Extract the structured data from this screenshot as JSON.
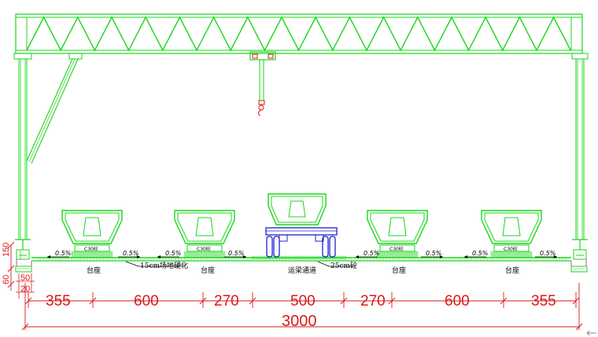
{
  "colors": {
    "structure": "#19d719",
    "dimension": "#d91a1a",
    "vehicle": "#1f1fd0",
    "text": "#000000",
    "ground_edge": "#d63ad6"
  },
  "labels": {
    "pedestal_1": "台座",
    "pedestal_2": "台座",
    "pedestal_3": "台座",
    "pedestal_4": "台座",
    "transport_channel": "运梁通道",
    "hardened_ground": "15cm场地硬化",
    "concrete_25": "25cm砼"
  },
  "pedestal_marks": [
    "C30砼",
    "C30砼",
    "C30砼",
    "C30砼"
  ],
  "slopes": [
    "0.5%",
    "0.5%",
    "0.5%",
    "0.5%",
    "0.5%",
    "0.5%",
    "0.5%",
    "0.5%"
  ],
  "dimensions": {
    "segments": [
      "355",
      "600",
      "270",
      "500",
      "270",
      "600",
      "355"
    ],
    "total": "3000",
    "left_vertical": [
      "60",
      "150"
    ],
    "left_small": [
      "50",
      "20"
    ]
  },
  "icons": {
    "hook": "crane-hook-icon",
    "arrow": "return-arrow-icon"
  }
}
